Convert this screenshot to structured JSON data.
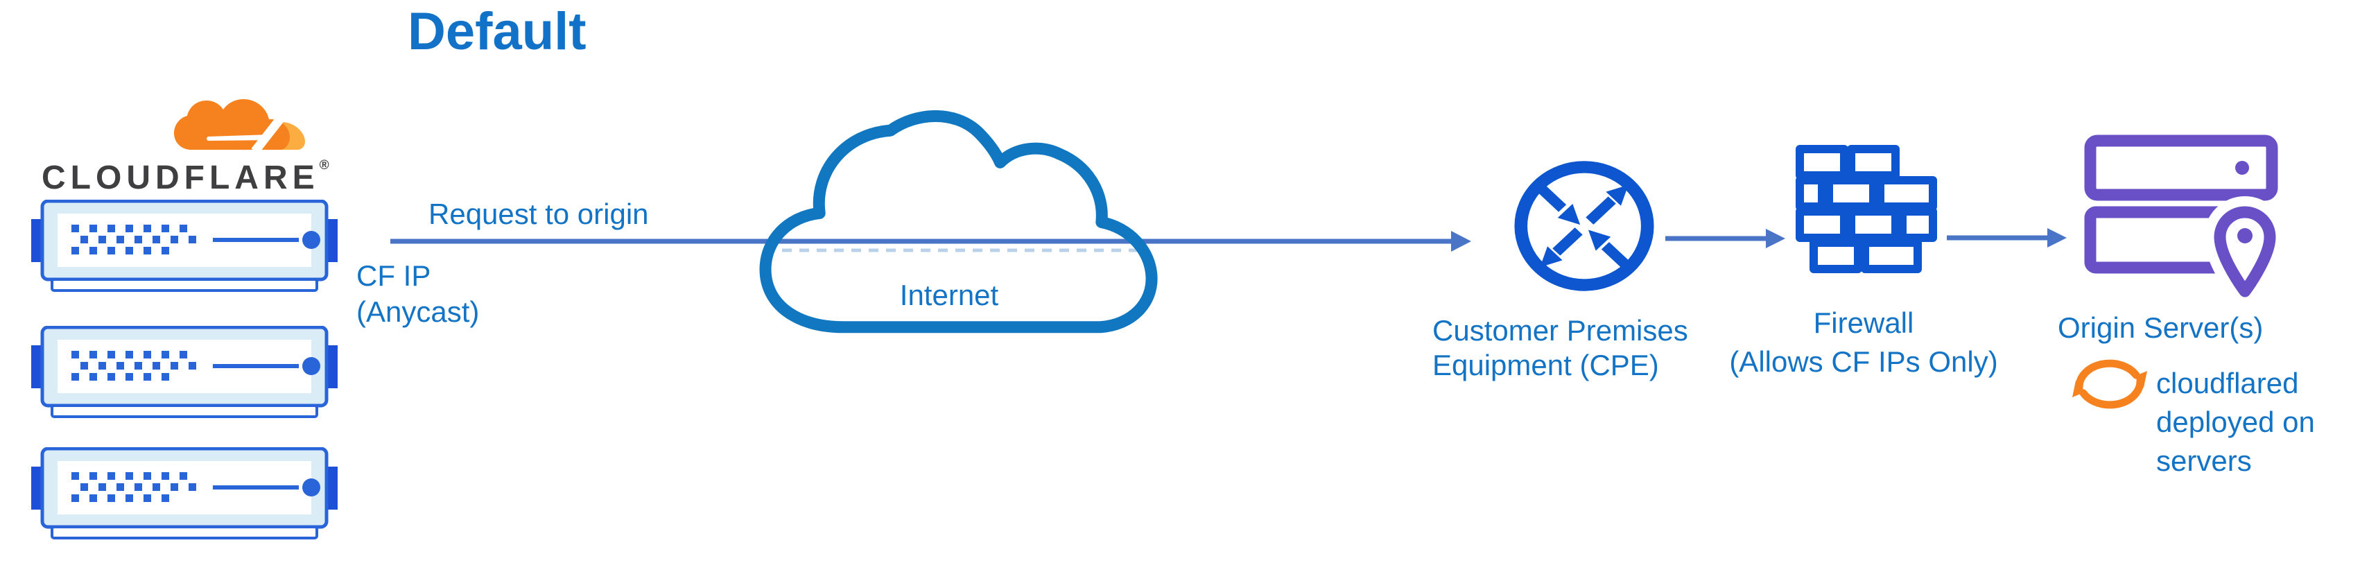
{
  "title": "Default",
  "brand": {
    "wordmark": "CLOUDFLARE",
    "registered_mark": "®"
  },
  "edge_connection": {
    "label": "Request to origin",
    "sublabel_lines": [
      "CF IP",
      "(Anycast)"
    ]
  },
  "internet": {
    "label": "Internet"
  },
  "cpe": {
    "label_lines": [
      "Customer Premises",
      "Equipment (CPE)"
    ]
  },
  "firewall": {
    "label_lines": [
      "Firewall",
      "(Allows CF IPs Only)"
    ]
  },
  "origin": {
    "label": "Origin Server(s)",
    "note_lines": [
      "cloudflared",
      "deployed on",
      "servers"
    ]
  },
  "colors": {
    "title_blue": "#1272c8",
    "label_blue": "#1373c4",
    "arrow_blue": "#4a74c6",
    "icon_blue": "#0d56d0",
    "cloud_outline_blue": "#1177c0",
    "origin_purple": "#6a50c7",
    "cloudflare_orange": "#f6821f",
    "cloudflare_orange_light": "#fbad41",
    "wordmark_dark": "#3f3f41",
    "server_frame_blue": "#2a64d9",
    "server_tab_blue": "#1d4fd7",
    "server_fill_light_blue": "#daecf6",
    "dashed_line_light_blue": "#b9d2ea"
  },
  "icon_semantics": {
    "cloudflare-logo-cloud-icon": "two-tone orange cloud logo",
    "edge-server-icon": "blue rack server with dot matrix",
    "internet-cloud-icon": "blue outlined cloud",
    "router-icon": "circle with four converging/diverging arrows (CPE)",
    "firewall-icon": "blue brick wall",
    "origin-servers-icon": "purple server stack",
    "location-pin-icon": "purple map pin on origin servers",
    "sync-icon": "orange circular refresh arrows",
    "arrow-right-icon": "slate blue right-pointing connector arrow"
  }
}
